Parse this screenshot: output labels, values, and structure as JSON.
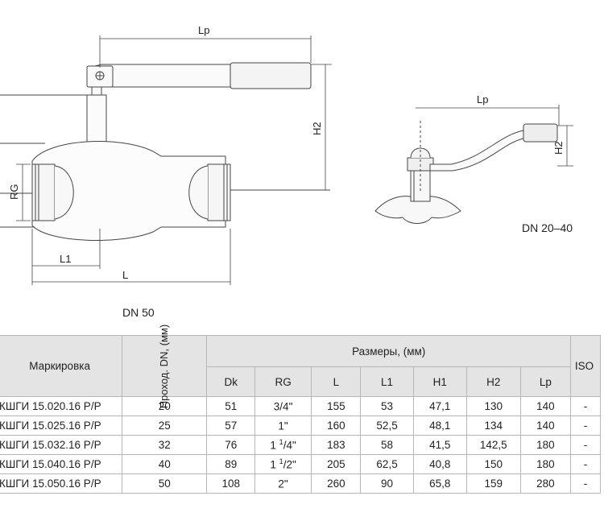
{
  "drawing": {
    "main": {
      "dims": {
        "lp": "Lp",
        "h2": "H2",
        "rg": "RG",
        "l1": "L1",
        "l": "L"
      },
      "caption": "DN 50"
    },
    "small": {
      "dims": {
        "lp": "Lp",
        "h2": "H2"
      },
      "caption": "DN 20–40"
    }
  },
  "table": {
    "headers": {
      "marking": "Маркировка",
      "dn": "Проход. DN, (мм)",
      "sizes": "Размеры, (мм)",
      "iso": "ISO",
      "dk": "Dk",
      "rg": "RG",
      "l": "L",
      "l1": "L1",
      "h1": "H1",
      "h2": "H2",
      "lp": "Lp"
    },
    "rows": [
      {
        "mark": "КШГИ 15.020.16 Р/Р",
        "dn": "20",
        "dk": "51",
        "rg_whole": "",
        "rg_frac": "",
        "rg_rest": "3/4\"",
        "l": "155",
        "l1": "53",
        "h1": "47,1",
        "h2": "130",
        "lp": "140",
        "iso": "-"
      },
      {
        "mark": "КШГИ 15.025.16 Р/Р",
        "dn": "25",
        "dk": "57",
        "rg_whole": "",
        "rg_frac": "",
        "rg_rest": "1\"",
        "l": "160",
        "l1": "52,5",
        "h1": "48,1",
        "h2": "134",
        "lp": "140",
        "iso": "-"
      },
      {
        "mark": "КШГИ 15.032.16 Р/Р",
        "dn": "32",
        "dk": "76",
        "rg_whole": "1 ",
        "rg_frac": "1",
        "rg_rest": "/4\"",
        "l": "183",
        "l1": "58",
        "h1": "41,5",
        "h2": "142,5",
        "lp": "180",
        "iso": "-"
      },
      {
        "mark": "КШГИ 15.040.16 Р/Р",
        "dn": "40",
        "dk": "89",
        "rg_whole": "1 ",
        "rg_frac": "1",
        "rg_rest": "/2\"",
        "l": "205",
        "l1": "62,5",
        "h1": "40,8",
        "h2": "150",
        "lp": "180",
        "iso": "-"
      },
      {
        "mark": "КШГИ 15.050.16 Р/Р",
        "dn": "50",
        "dk": "108",
        "rg_whole": "",
        "rg_frac": "",
        "rg_rest": "2\"",
        "l": "260",
        "l1": "90",
        "h1": "65,8",
        "h2": "159",
        "lp": "280",
        "iso": "-"
      }
    ]
  }
}
